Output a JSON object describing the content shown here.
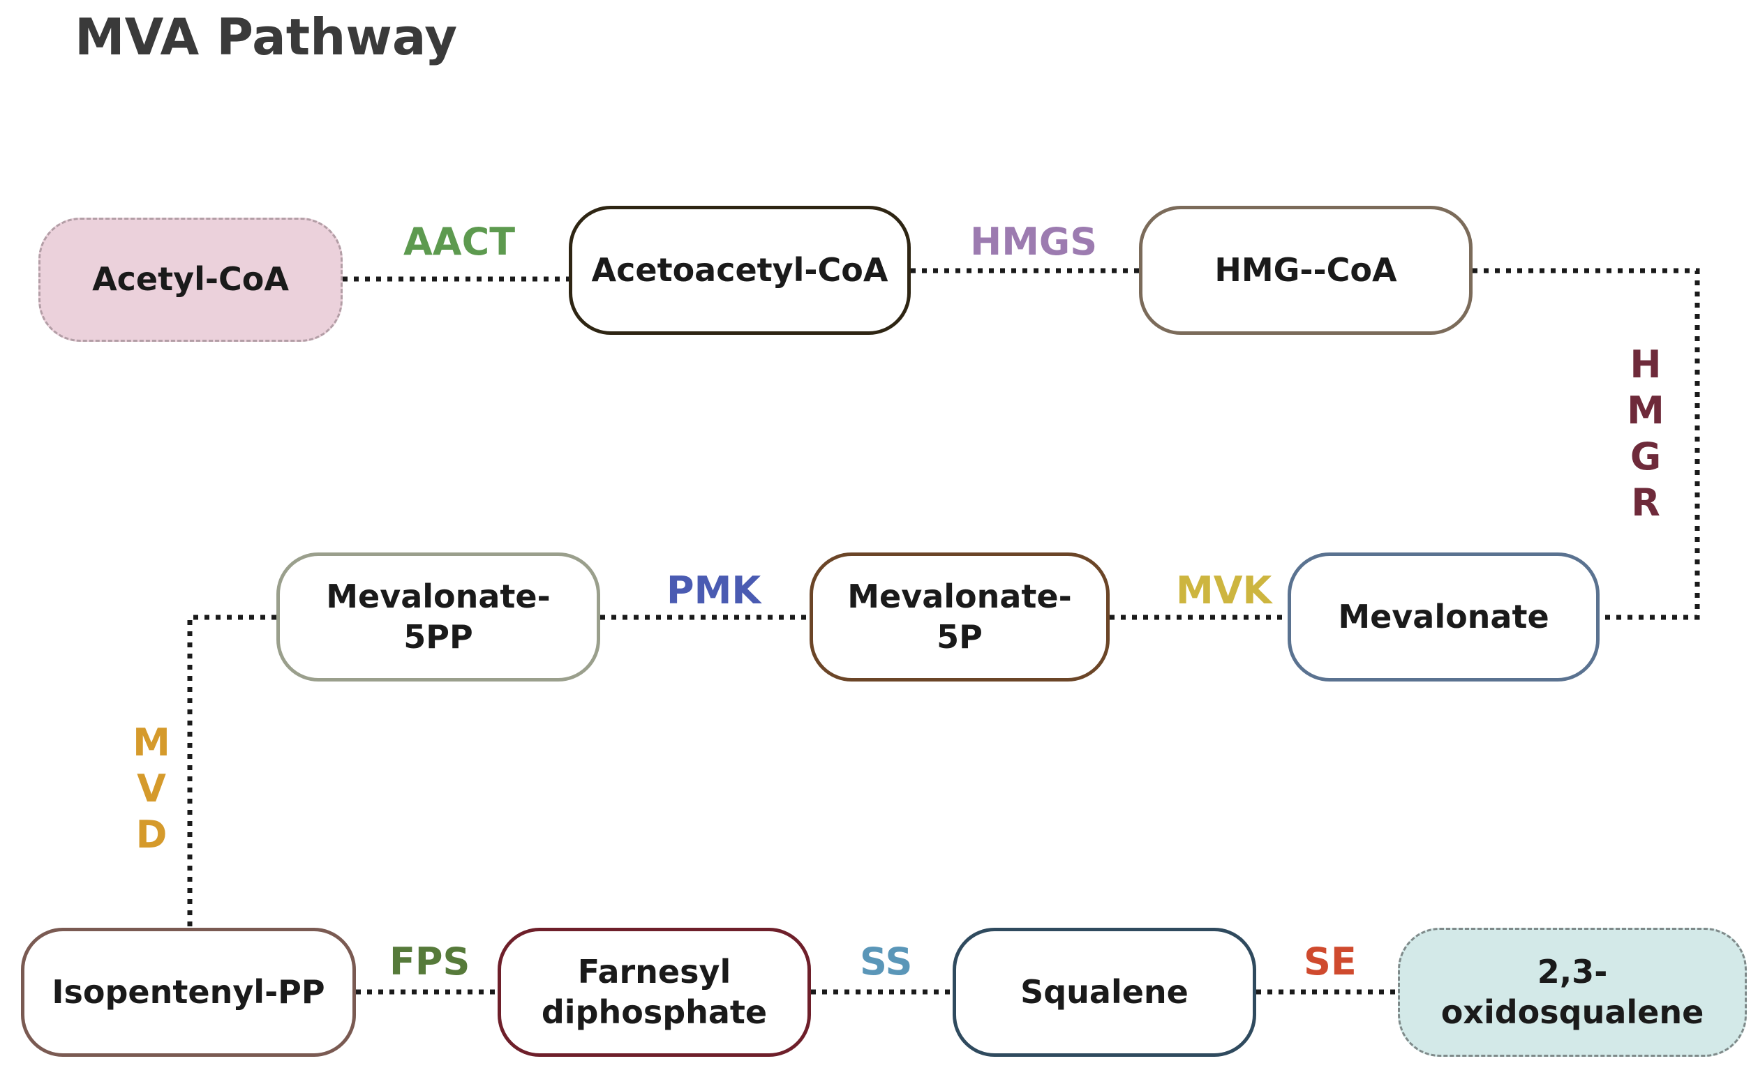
{
  "title": "MVA Pathway",
  "nodes": [
    {
      "id": "acetyl_coa",
      "lines": [
        "Acetyl-CoA"
      ],
      "border": "#b39ea6",
      "fill": "#ebd1db",
      "dashed": true
    },
    {
      "id": "acetoacetyl_coa",
      "lines": [
        "Acetoacetyl-CoA"
      ],
      "border": "#2e2513",
      "fill": "#ffffff",
      "dashed": false
    },
    {
      "id": "hmg_coa",
      "lines": [
        "HMG--CoA"
      ],
      "border": "#7b6b5a",
      "fill": "#ffffff",
      "dashed": false
    },
    {
      "id": "mevalonate",
      "lines": [
        "Mevalonate"
      ],
      "border": "#5a7290",
      "fill": "#ffffff",
      "dashed": false
    },
    {
      "id": "mevalonate_5p",
      "lines": [
        "Mevalonate-",
        "5P"
      ],
      "border": "#6b4527",
      "fill": "#ffffff",
      "dashed": false
    },
    {
      "id": "mevalonate_5pp",
      "lines": [
        "Mevalonate-",
        "5PP"
      ],
      "border": "#9a9f8c",
      "fill": "#ffffff",
      "dashed": false
    },
    {
      "id": "isopentenyl_pp",
      "lines": [
        "Isopentenyl-PP"
      ],
      "border": "#7a5a52",
      "fill": "#ffffff",
      "dashed": false
    },
    {
      "id": "farnesyl_diphosphate",
      "lines": [
        "Farnesyl",
        "diphosphate"
      ],
      "border": "#6e1f2a",
      "fill": "#ffffff",
      "dashed": false
    },
    {
      "id": "squalene",
      "lines": [
        "Squalene"
      ],
      "border": "#2f4a5e",
      "fill": "#ffffff",
      "dashed": false
    },
    {
      "id": "oxidosqualene",
      "lines": [
        "2,3-",
        "oxidosqualene"
      ],
      "border": "#7f8a8a",
      "fill": "#d3e9e8",
      "dashed": true
    }
  ],
  "enzymes": [
    {
      "id": "aact",
      "label": "AACT",
      "color": "#5d9a4f"
    },
    {
      "id": "hmgs",
      "label": "HMGS",
      "color": "#9c7bb0"
    },
    {
      "id": "hmgr",
      "label": "HMGR",
      "color": "#6e2a3a"
    },
    {
      "id": "mvk",
      "label": "MVK",
      "color": "#cdb53f"
    },
    {
      "id": "pmk",
      "label": "PMK",
      "color": "#4a5bb2"
    },
    {
      "id": "mvd",
      "label": "MVD",
      "color": "#d59a2b"
    },
    {
      "id": "fps",
      "label": "FPS",
      "color": "#567a3a"
    },
    {
      "id": "ss",
      "label": "SS",
      "color": "#5a96b8"
    },
    {
      "id": "se",
      "label": "SE",
      "color": "#cf4a2e"
    }
  ],
  "connector_color": "#1a1a1a"
}
